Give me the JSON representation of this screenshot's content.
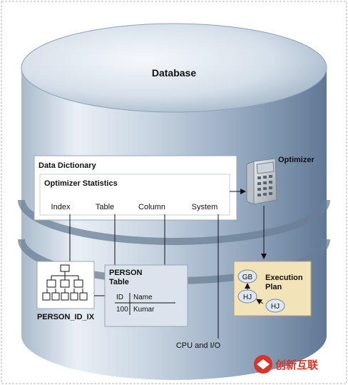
{
  "diagram": {
    "database_label": "Database",
    "optimizer_label": "Optimizer",
    "data_dictionary": {
      "title": "Data Dictionary",
      "statistics": {
        "title": "Optimizer Statistics",
        "items": [
          "Index",
          "Table",
          "Column",
          "System"
        ]
      }
    },
    "index": {
      "label": "PERSON_ID_IX"
    },
    "person_table": {
      "title_line1": "PERSON",
      "title_line2": "Table",
      "columns": [
        "ID",
        "Name"
      ],
      "row": [
        "100",
        "Kumar"
      ]
    },
    "cpu_io_label": "CPU and I/O",
    "execution_plan": {
      "title_line1": "Execution",
      "title_line2": "Plan",
      "nodes": [
        "GB",
        "HJ",
        "HJ"
      ]
    },
    "watermark": "创新互联"
  },
  "colors": {
    "cylinder_light": "#e8eef4",
    "cylinder_dark": "#6d86a3",
    "box_fill": "#ffffff",
    "box_stroke": "#9aa7b6",
    "plan_fill": "#f3e3b8",
    "node_fill": "#dfe7f0",
    "watermark": "#d9342b"
  }
}
